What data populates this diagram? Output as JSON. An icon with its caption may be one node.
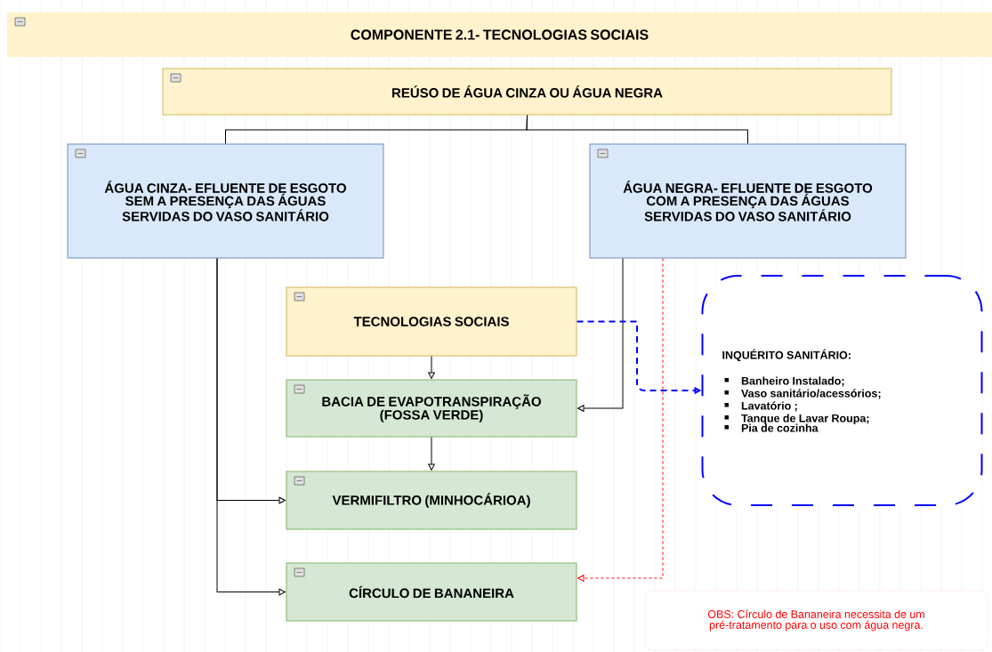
{
  "diagram": {
    "nodes": [
      {
        "text": [
          "COMPONENTE 2.1- TECNOLOGIAS SOCIAIS"
        ]
      },
      {
        "text": [
          "REÚSO DE ÁGUA CINZA OU ÁGUA NEGRA"
        ]
      },
      {
        "text": [
          "ÁGUA CINZA- EFLUENTE DE ESGOTO SEM A PRESENÇA DAS ÁGUAS SERVIDAS DO VASO SANITÁRIO"
        ]
      },
      {
        "text": [
          "ÁGUA NEGRA- EFLUENTE DE ESGOTO COM A PRESENÇA DAS ÁGUAS SERVIDAS DO VASO SANITÁRIO"
        ]
      },
      {
        "text": [
          "TECNOLOGIAS SOCIAIS"
        ]
      },
      {
        "text": [
          "BACIA DE EVAPOTRANSPIRAÇÃO (FOSSA VERDE)"
        ]
      },
      {
        "text": [
          "VERMIFILTRO (MINHOCÁRIOA)"
        ]
      },
      {
        "text": [
          "CÍRCULO DE BANANEIRA"
        ]
      },
      {
        "text": [
          "INQUÉRITO SANITÁRIO:",
          "Banheiro Instalado;",
          "Vaso sanitário/acessórios;",
          "Lavatório ;",
          "Tanque de Lavar Roupa;",
          "Pia de cozinha"
        ]
      },
      {
        "text": [
          "OBS: Círculo de Bananeira necessita de um pré-tratamento para o uso com água negra."
        ]
      }
    ],
    "edges": [
      {
        "from": 1,
        "to": 2,
        "arrow": "none"
      },
      {
        "from": 1,
        "to": 3,
        "arrow": "none"
      },
      {
        "from": 2,
        "to": 6,
        "arrow": "to"
      },
      {
        "from": 2,
        "to": 7,
        "arrow": "to"
      },
      {
        "from": 3,
        "to": 5,
        "arrow": "to"
      },
      {
        "from": 4,
        "to": 5,
        "arrow": "to"
      },
      {
        "from": 5,
        "to": 6,
        "arrow": "to"
      },
      {
        "from": 4,
        "to": 8,
        "arrow": "to",
        "style": "dashed",
        "color": "#0000ff"
      },
      {
        "from": 3,
        "to": 7,
        "arrow": "to",
        "style": "dashed",
        "color": "#ff0000"
      }
    ]
  }
}
